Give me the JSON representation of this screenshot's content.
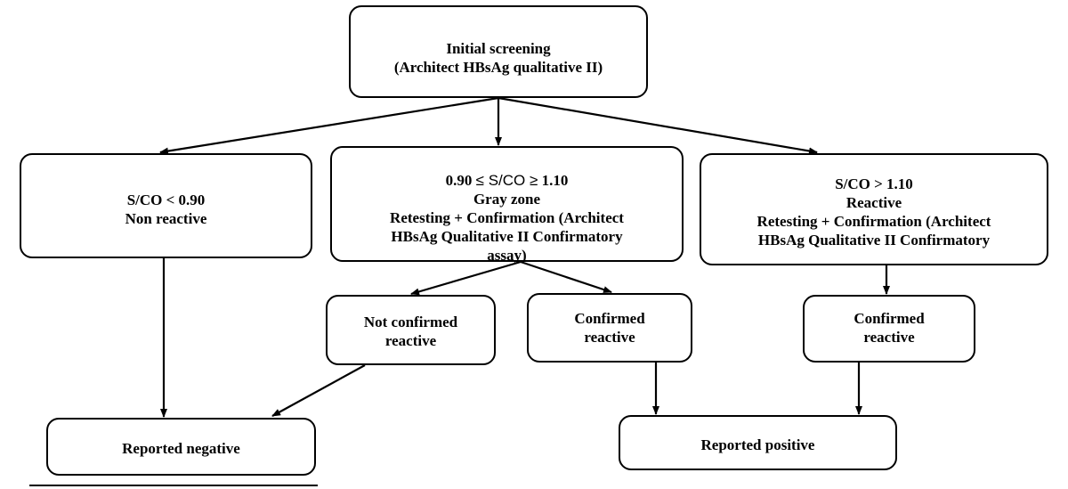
{
  "flowchart": {
    "initial": {
      "line1": "Initial screening",
      "line2": "(Architect HBsAg qualitative II)"
    },
    "nonreactive": {
      "line1": "S/CO < 0.90",
      "line2": "Non reactive"
    },
    "grayzone": {
      "range_low": "0.90",
      "range_expr": "≤ S/CO ≥",
      "range_high": "1.10",
      "line2": "Gray zone",
      "line3": "Retesting + Confirmation (Architect",
      "line4": "HBsAg Qualitative II Confirmatory",
      "line5": "assay)"
    },
    "reactive": {
      "line1": "S/CO > 1.10",
      "line2": "Reactive",
      "line3": "Retesting + Confirmation (Architect",
      "line4": "HBsAg Qualitative II Confirmatory"
    },
    "not_confirmed": {
      "line1": "Not confirmed",
      "line2": "reactive"
    },
    "confirmed_mid": {
      "line1": "Confirmed",
      "line2": "reactive"
    },
    "confirmed_right": {
      "line1": "Confirmed",
      "line2": "reactive"
    },
    "negative": {
      "label": "Reported negative"
    },
    "positive": {
      "label": "Reported positive"
    }
  }
}
